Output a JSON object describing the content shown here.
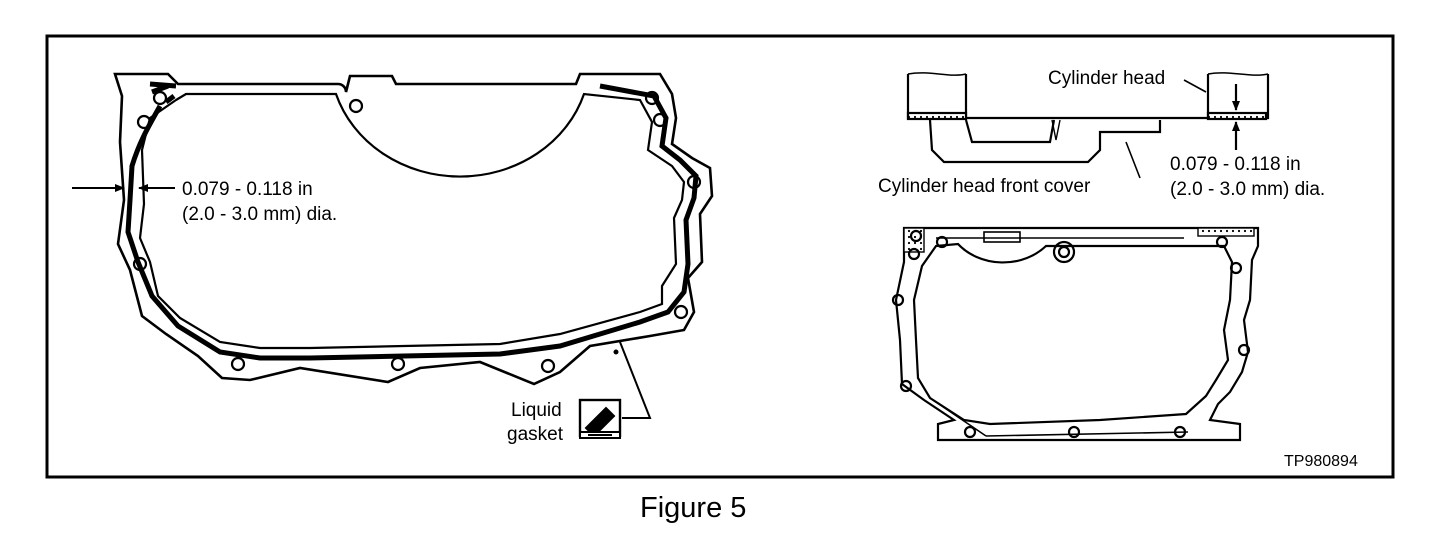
{
  "figure": {
    "caption": "Figure 5",
    "code": "TP980894"
  },
  "left_view": {
    "bead_size_line1": "0.079 - 0.118 in",
    "bead_size_line2": "(2.0 - 3.0 mm) dia.",
    "liquid_gasket_line1": "Liquid",
    "liquid_gasket_line2": "gasket",
    "icon": "liquid-gasket-tube-icon"
  },
  "right_view": {
    "cylinder_head": "Cylinder head",
    "front_cover": "Cylinder head front cover",
    "bead_size_line1": "0.079 - 0.118 in",
    "bead_size_line2": "(2.0 - 3.0 mm) dia."
  },
  "colors": {
    "ink": "#000000",
    "paper": "#ffffff"
  }
}
